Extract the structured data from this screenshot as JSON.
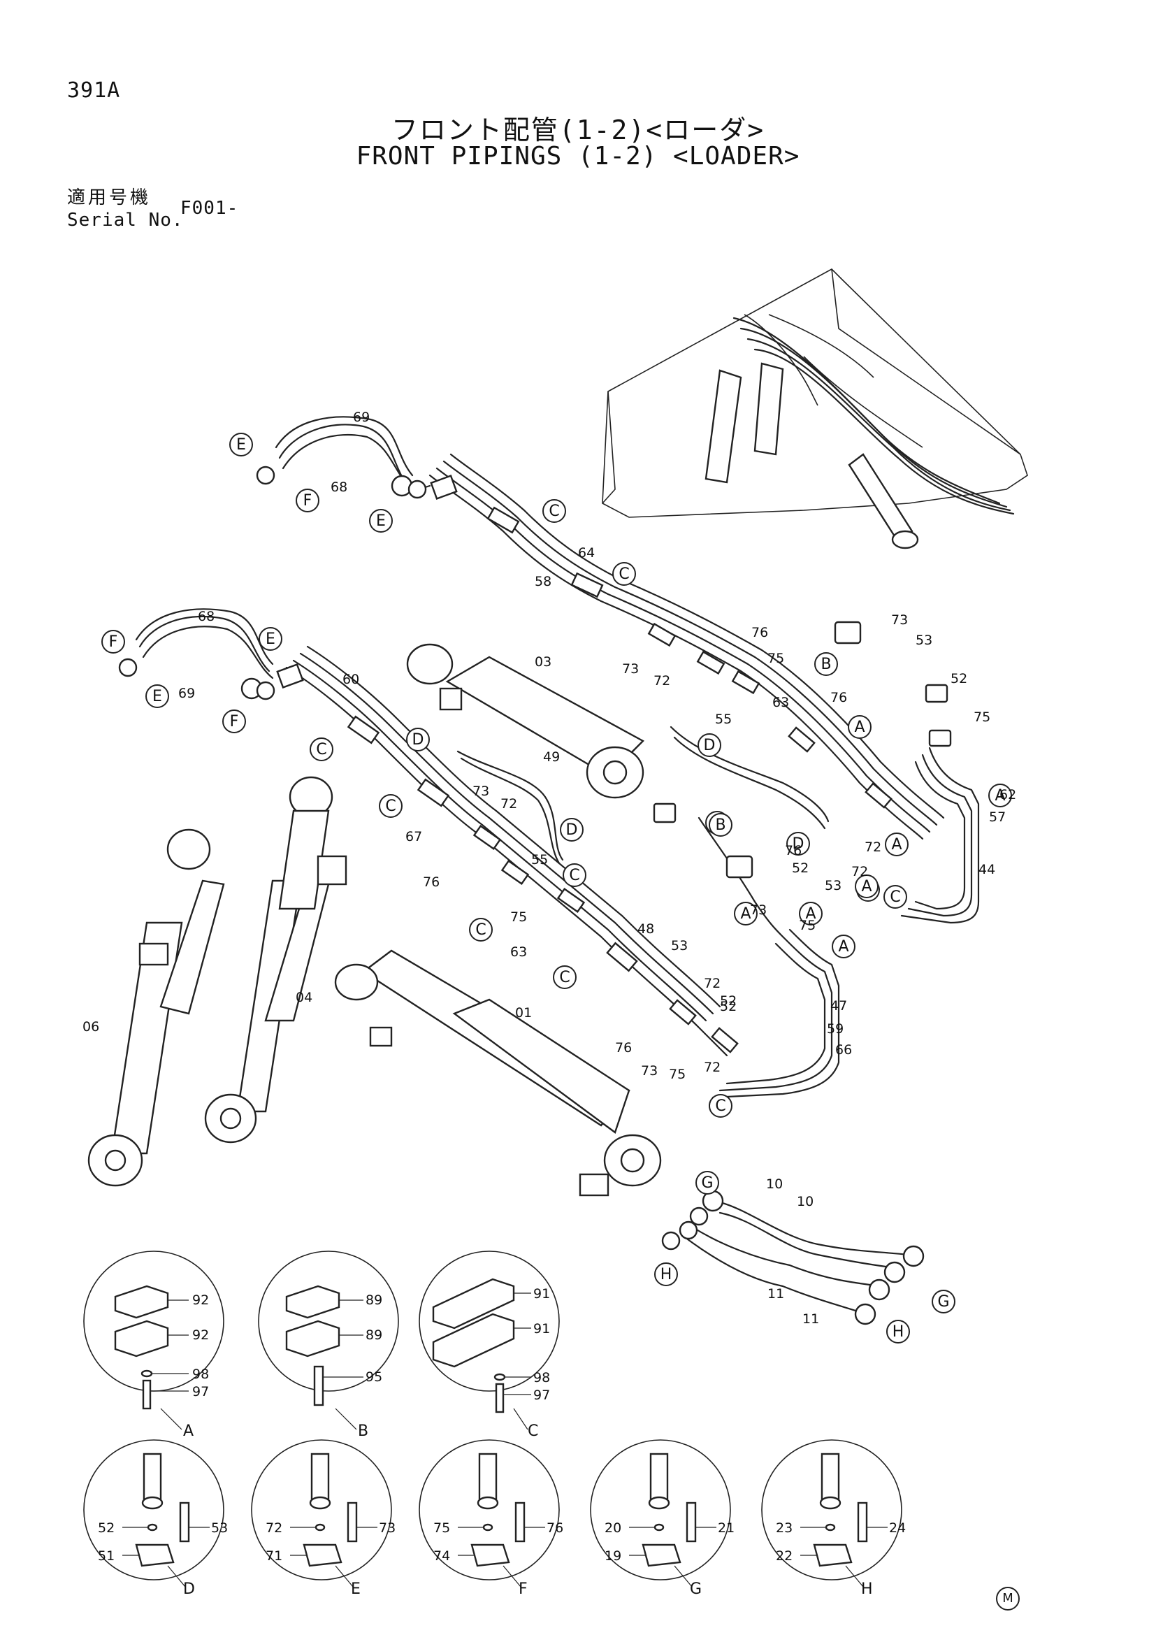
{
  "header": {
    "page_number": "391A",
    "title_jp": "フロント配管(1-2)<ローダ>",
    "title_en": "FRONT PIPINGS (1-2) <LOADER>",
    "serial_label_jp": "適用号機",
    "serial_label_en": "Serial No.",
    "serial_value": "F001-"
  },
  "footer_mark": "M",
  "callouts": {
    "items": [
      "E",
      "F",
      "E",
      "C",
      "C",
      "F",
      "E",
      "F",
      "E",
      "C",
      "D",
      "D",
      "D",
      "C",
      "C",
      "D",
      "B",
      "A",
      "A",
      "A",
      "C",
      "B",
      "A",
      "A",
      "A",
      "C",
      "C",
      "B",
      "A",
      "A",
      "C",
      "G",
      "H",
      "G",
      "H"
    ]
  },
  "part_numbers": {
    "items": [
      "69",
      "68",
      "64",
      "58",
      "76",
      "73",
      "72",
      "75",
      "63",
      "55",
      "68",
      "69",
      "60",
      "03",
      "49",
      "73",
      "72",
      "67",
      "55",
      "76",
      "75",
      "63",
      "48",
      "53",
      "72",
      "52",
      "76",
      "73",
      "75",
      "72",
      "73",
      "53",
      "52",
      "76",
      "75",
      "62",
      "57",
      "44",
      "72",
      "52",
      "53",
      "72",
      "76",
      "73",
      "75",
      "52",
      "47",
      "59",
      "66",
      "04",
      "06",
      "01",
      "10",
      "10",
      "11",
      "11"
    ]
  },
  "details": {
    "A": {
      "letter": "A",
      "labels": [
        "92",
        "92",
        "98",
        "97"
      ]
    },
    "B": {
      "letter": "B",
      "labels": [
        "89",
        "89",
        "95"
      ]
    },
    "C": {
      "letter": "C",
      "labels": [
        "91",
        "91",
        "98",
        "97"
      ]
    },
    "D": {
      "letter": "D",
      "labels": [
        "52",
        "53",
        "51"
      ]
    },
    "E": {
      "letter": "E",
      "labels": [
        "72",
        "73",
        "71"
      ]
    },
    "F": {
      "letter": "F",
      "labels": [
        "75",
        "76",
        "74"
      ]
    },
    "G": {
      "letter": "G",
      "labels": [
        "20",
        "21",
        "19"
      ]
    },
    "H": {
      "letter": "H",
      "labels": [
        "23",
        "24",
        "22"
      ]
    }
  }
}
